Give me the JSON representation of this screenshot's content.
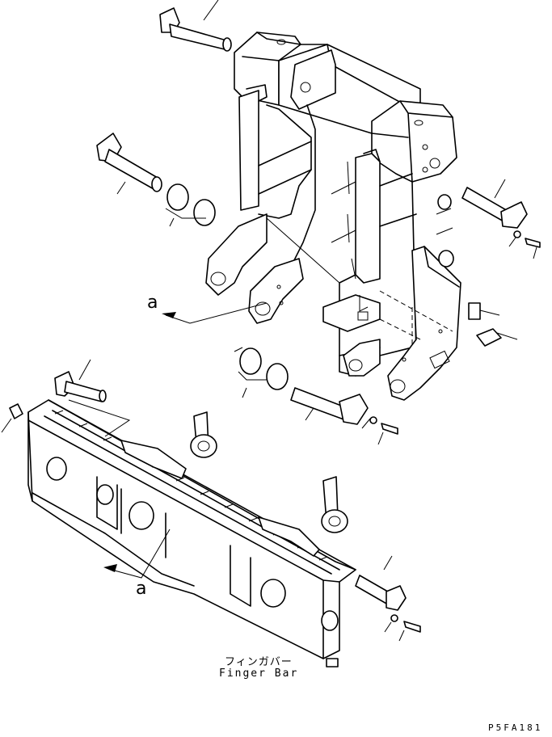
{
  "caption": {
    "japanese": "フィンガバー",
    "english": "Finger Bar"
  },
  "drawing_code": "P5FA181",
  "view_markers": [
    "a",
    "a"
  ]
}
